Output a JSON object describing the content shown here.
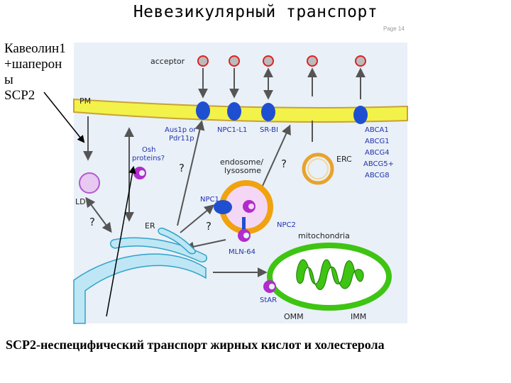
{
  "title": "Невезикулярный транспорт",
  "page_number": "Page 14",
  "side_note": "Кавеолин1\n+шаперон\nы\nSCP2",
  "bottom_caption": "SCP2-неспецифический транспорт жирных кислот и холестерола",
  "diagram": {
    "acceptor": "acceptor",
    "pm": "PM",
    "aus": "Aus1p or",
    "pdr": "Pdr11p",
    "npc1l1": "NPC1-L1",
    "srbi": "SR-BI",
    "abca1": "ABCA1",
    "abcg1": "ABCG1",
    "abcg4": "ABCG4",
    "abcg5": "ABCG5+",
    "abcg8": "ABCG8",
    "osh1": "Osh",
    "osh2": "proteins?",
    "endo1": "endosome/",
    "endo2": "lysosome",
    "erc": "ERC",
    "ld": "LD",
    "er": "ER",
    "npc1": "NPC1",
    "npc2": "NPC2",
    "mln64": "MLN-64",
    "mito": "mitochondria",
    "star": "StAR",
    "omm": "OMM",
    "imm": "IMM",
    "q": "?"
  }
}
